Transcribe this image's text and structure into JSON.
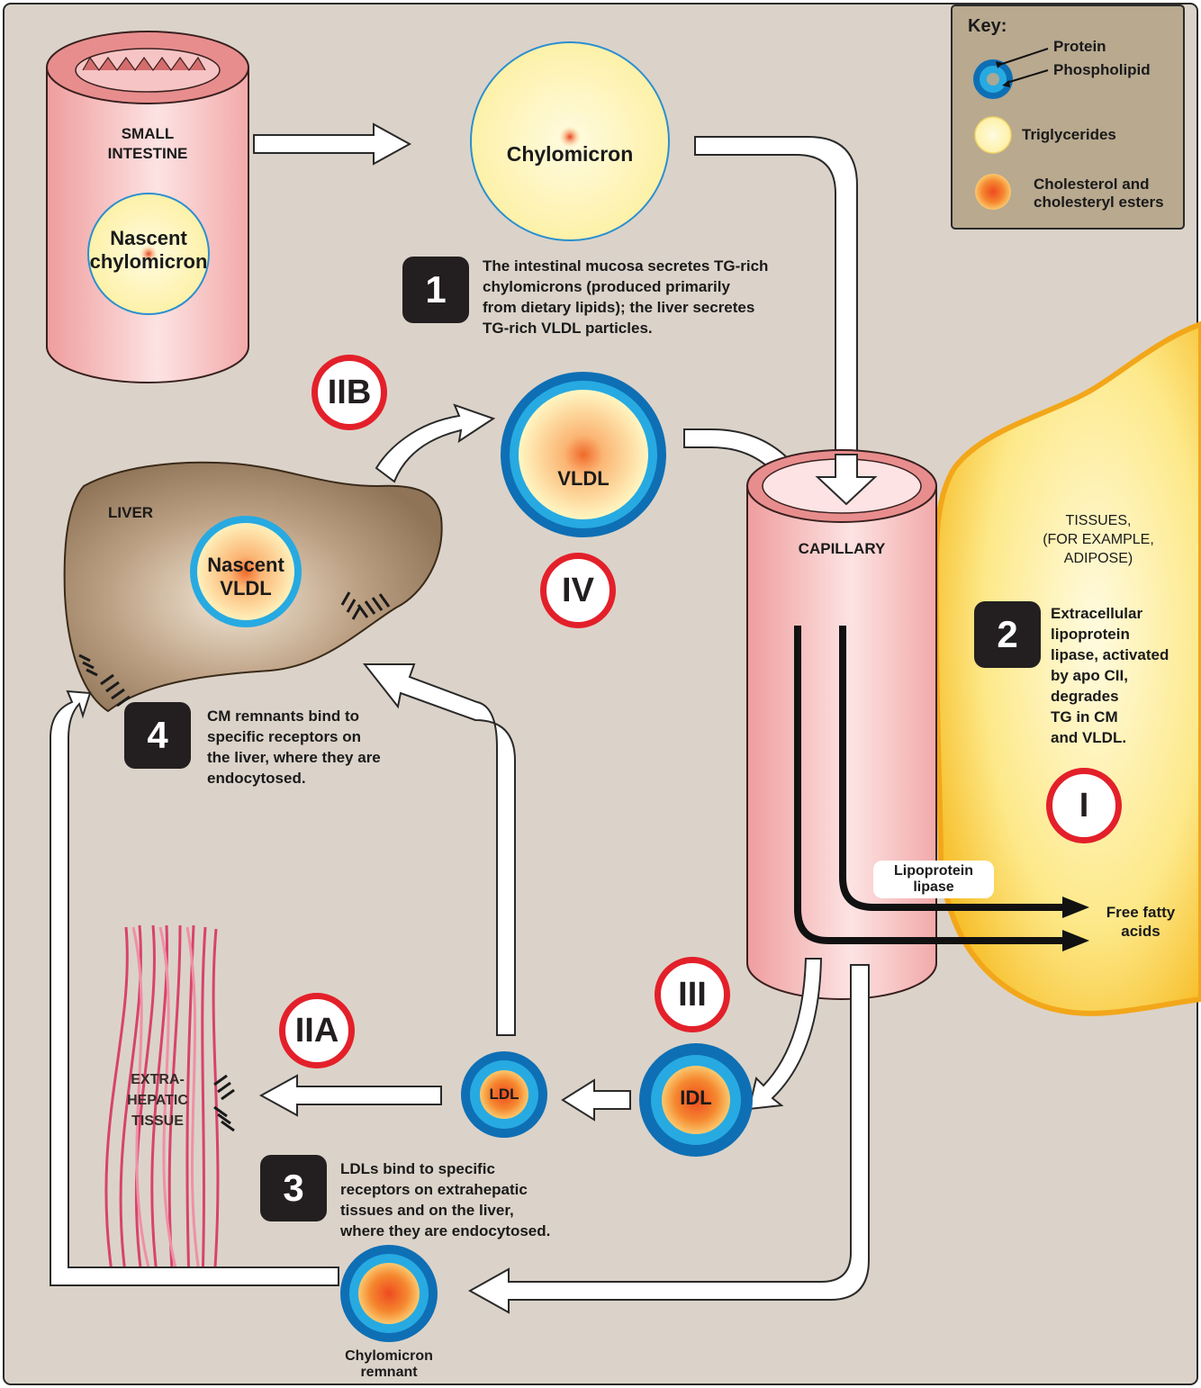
{
  "key": {
    "title": "Key:",
    "protein": "Protein",
    "phospholipid": "Phospholipid",
    "triglycerides": "Triglycerides",
    "cholesterol": "Cholesterol and\ncholesteryl esters"
  },
  "labels": {
    "small_intestine": "SMALL\nINTESTINE",
    "nascent_chylomicron": "Nascent\nchylomicron",
    "chylomicron": "Chylomicron",
    "liver": "LIVER",
    "nascent_vldl": "Nascent\nVLDL",
    "vldl": "VLDL",
    "capillary": "CAPILLARY",
    "tissues": "TISSUES,\n(FOR EXAMPLE,\nADIPOSE)",
    "lipoprotein_lipase": "Lipoprotein\nlipase",
    "free_fatty_acids": "Free fatty\nacids",
    "ldl": "LDL",
    "idl": "IDL",
    "extrahepatic_tissue": "EXTRA-\nHEPATIC\nTISSUE",
    "chylomicron_remnant": "Chylomicron\nremnant"
  },
  "steps": [
    {
      "number": "1",
      "text": "The intestinal mucosa secretes TG-rich\nchylomicrons (produced primarily\nfrom dietary lipids); the liver secretes\nTG-rich VLDL particles."
    },
    {
      "number": "2",
      "text": "Extracellular\nlipoprotein\nlipase, activated\nby apo CII,\ndegrades\nTG in CM\nand VLDL."
    },
    {
      "number": "3",
      "text": "LDLs bind to specific\nreceptors on extrahepatic\ntissues and on the liver,\nwhere they are endocytosed."
    },
    {
      "number": "4",
      "text": "CM remnants bind to\nspecific receptors on\nthe liver, where they are\nendocytosed."
    }
  ],
  "roman_markers": {
    "i": "I",
    "iia": "IIA",
    "iib": "IIB",
    "iii": "III",
    "iv": "IV"
  }
}
